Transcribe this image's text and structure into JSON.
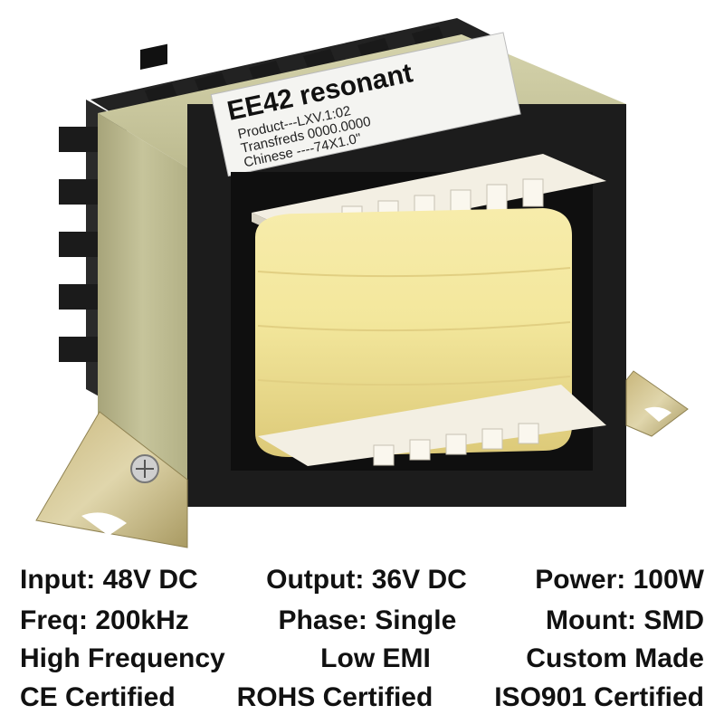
{
  "label": {
    "model": "EE42  resonant",
    "line1": "Product---LXV.1:02",
    "line2": "Transfreds 0000.0000",
    "line3": "Chinese ----74X1.0\""
  },
  "specs": [
    [
      "Input: 48V DC",
      "Output: 36V DC",
      "Power: 100W"
    ],
    [
      "Freq: 200kHz",
      "Phase: Single",
      "Mount: SMD"
    ],
    [
      "High Frequency",
      "Low EMI",
      "Custom Made"
    ],
    [
      "CE Certified",
      "ROHS Certified",
      "ISO901 Certified"
    ]
  ],
  "colors": {
    "frame": "#b9b78c",
    "core": "#1c1c1c",
    "winding": "#f0e394",
    "bobbin": "#f1ece0",
    "bracket": "#cfc18e"
  }
}
